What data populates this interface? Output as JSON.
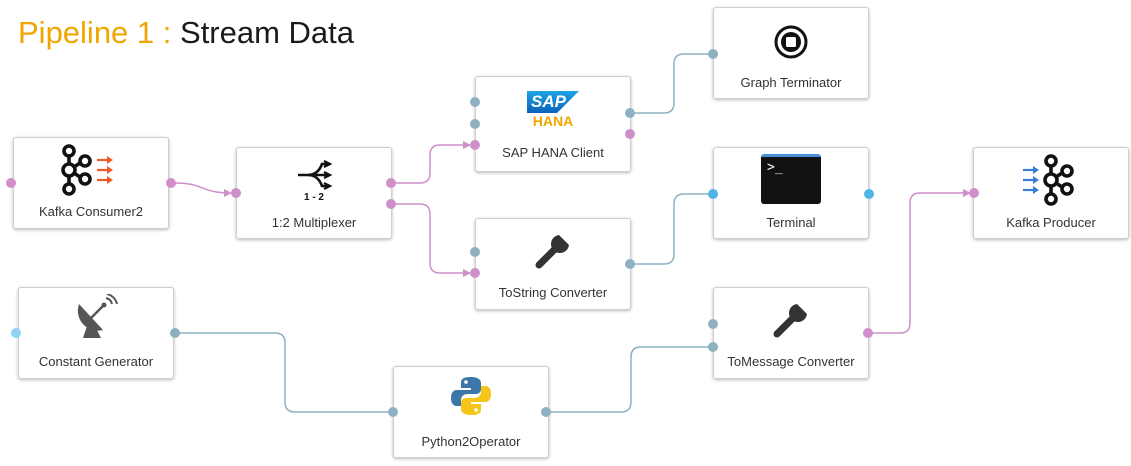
{
  "title": {
    "prefix": "Pipeline 1 :",
    "name": "Stream Data"
  },
  "colors": {
    "pink_link": "#cf8fc9",
    "teal_link": "#8eb0c0",
    "title_accent": "#f0a500"
  },
  "nodes": {
    "kafka_consumer": {
      "label": "Kafka Consumer2",
      "icon": "kafka-consumer-icon"
    },
    "multiplexer": {
      "label": "1:2 Multiplexer",
      "icon": "multiplexer-icon",
      "icon_text": "1 - 2"
    },
    "sap_hana": {
      "label": "SAP HANA Client",
      "icon": "sap-hana-icon",
      "logo_top": "SAP",
      "logo_bottom": "HANA"
    },
    "graph_terminator": {
      "label": "Graph Terminator",
      "icon": "stop-icon"
    },
    "tostring": {
      "label": "ToString Converter",
      "icon": "wrench-icon"
    },
    "terminal": {
      "label": "Terminal",
      "icon": "terminal-icon",
      "prompt": ">_"
    },
    "kafka_producer": {
      "label": "Kafka Producer",
      "icon": "kafka-producer-icon"
    },
    "constant_generator": {
      "label": "Constant Generator",
      "icon": "satellite-dish-icon"
    },
    "python": {
      "label": "Python2Operator",
      "icon": "python-icon"
    },
    "tomessage": {
      "label": "ToMessage Converter",
      "icon": "wrench-icon"
    }
  }
}
